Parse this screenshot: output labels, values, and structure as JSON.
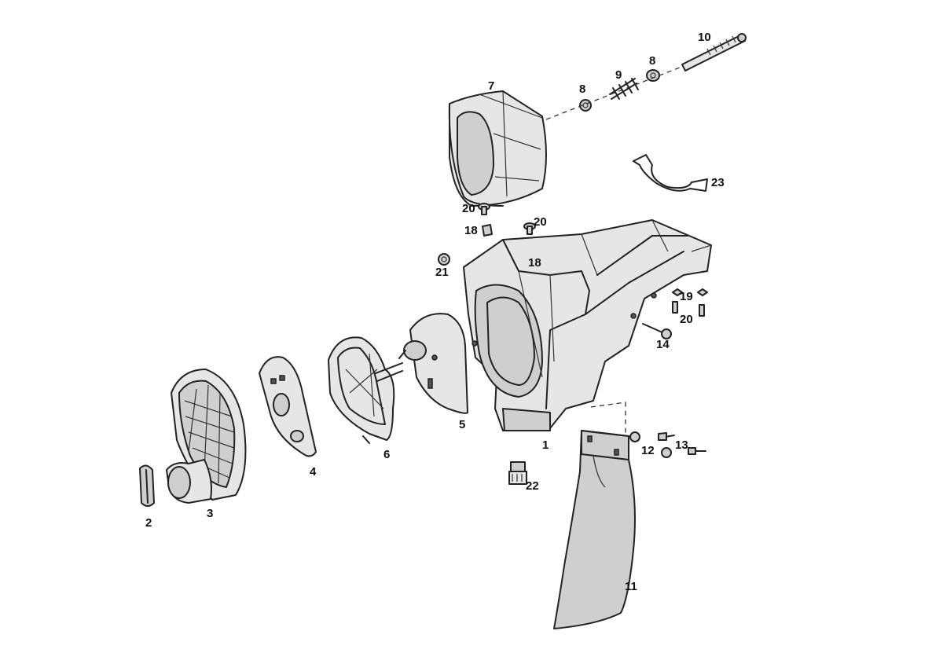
{
  "labels": {
    "l1": "1",
    "l2": "2",
    "l3": "3",
    "l4": "4",
    "l5": "5",
    "l6": "6",
    "l7": "7",
    "l8a": "8",
    "l8b": "8",
    "l9": "9",
    "l10": "10",
    "l11": "11",
    "l12": "12",
    "l13": "13",
    "l14": "14",
    "l18a": "18",
    "l18b": "18",
    "l19": "19",
    "l20a": "20",
    "l20b": "20",
    "l20c": "20",
    "l21": "21",
    "l22": "22",
    "l23": "23"
  }
}
